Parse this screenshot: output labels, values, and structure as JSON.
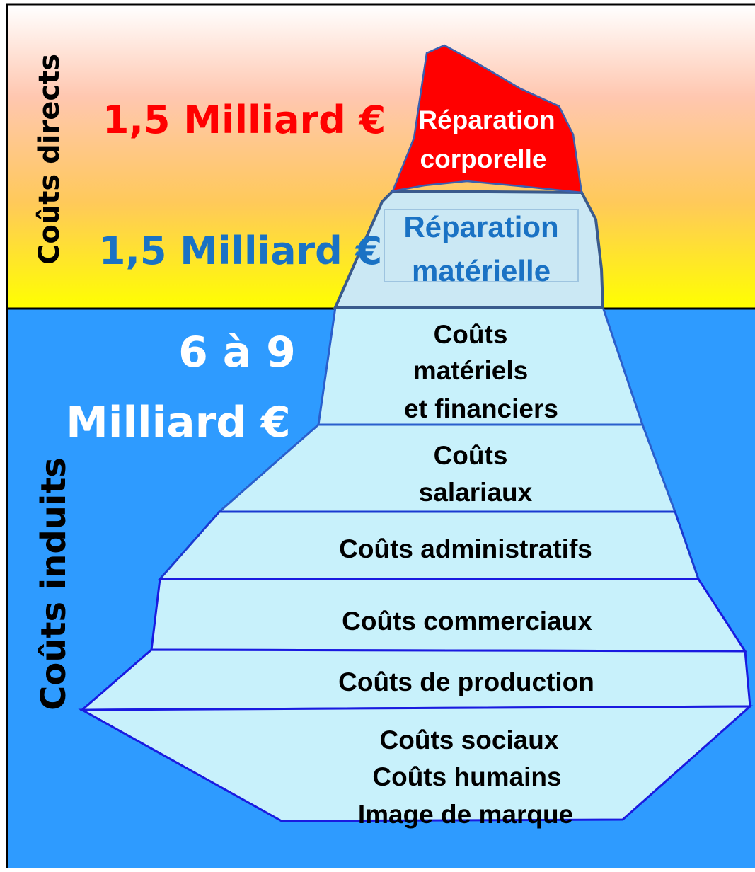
{
  "above_water": {
    "side_label": "Coûts directs",
    "amount_top": "1,5 Milliard €",
    "amount_middle": "1,5 Milliard  €",
    "tip": {
      "line1": "Réparation",
      "line2": "corporelle"
    },
    "block": {
      "line1": "Réparation",
      "line2": "matérielle"
    }
  },
  "below_water": {
    "side_label": "Coûts induits",
    "amount_line1": "6 à 9",
    "amount_line2": "Milliard €",
    "layers": [
      {
        "lines": [
          "Coûts",
          "matériels",
          "et financiers"
        ]
      },
      {
        "lines": [
          "Coûts",
          "salariaux"
        ]
      },
      {
        "lines": [
          "Coûts administratifs"
        ]
      },
      {
        "lines": [
          "Coûts commerciaux"
        ]
      },
      {
        "lines": [
          "Coûts de production"
        ]
      },
      {
        "lines": [
          "Coûts sociaux",
          "Coûts humains",
          "Image de marque"
        ]
      }
    ]
  },
  "colors": {
    "sky_top": "#ffffff",
    "sky_mid": "#ffc34d",
    "sky_bottom": "#ffff00",
    "water": "#2e9bff",
    "iceberg": "#c8f1fb",
    "tip": "#ff0000",
    "amount_red": "#ff0000",
    "amount_blue": "#1a72c4",
    "amount_white": "#ffffff"
  }
}
